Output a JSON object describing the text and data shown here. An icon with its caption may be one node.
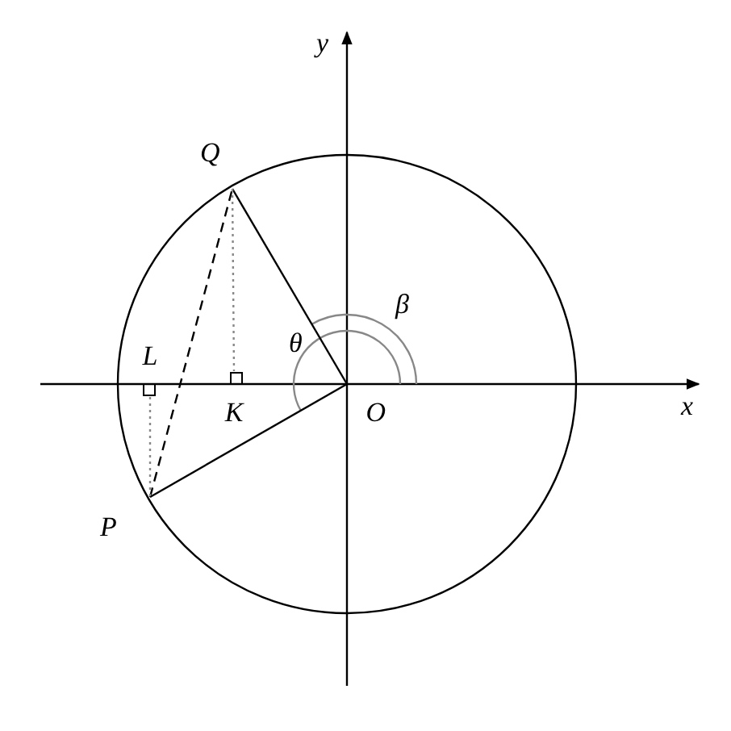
{
  "diagram": {
    "nodes": [
      {
        "text": [
          "Q"
        ]
      },
      {
        "text": [
          "L"
        ]
      },
      {
        "text": [
          "K"
        ]
      },
      {
        "text": [
          "O"
        ]
      },
      {
        "text": [
          "P"
        ]
      }
    ],
    "edges": [
      {
        "from": 0,
        "to": 3,
        "arrow": "none"
      },
      {
        "from": 3,
        "to": 4,
        "arrow": "none"
      },
      {
        "from": 4,
        "to": 0,
        "arrow": "none",
        "style": "dashed"
      },
      {
        "from": 0,
        "to": 2,
        "arrow": "none",
        "style": "dashed",
        "color": "#888888"
      },
      {
        "from": 1,
        "to": 4,
        "arrow": "none",
        "style": "dashed",
        "color": "#888888"
      }
    ],
    "labels": [
      "y",
      "β",
      "θ",
      "x"
    ]
  }
}
